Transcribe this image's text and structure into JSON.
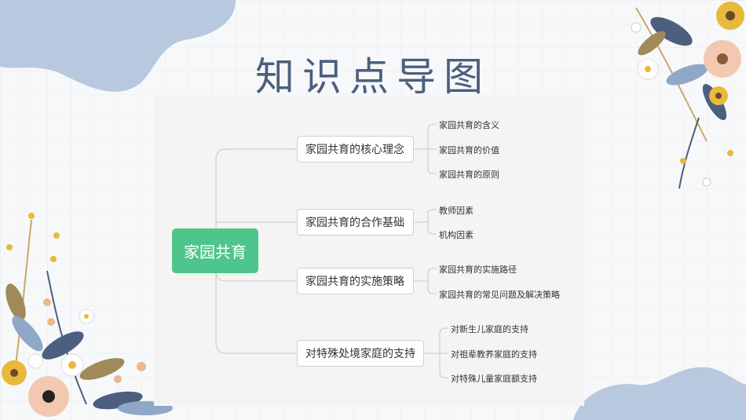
{
  "page": {
    "title": "知识点导图"
  },
  "mindmap": {
    "root": "家园共育",
    "branches": [
      {
        "label": "家园共育的核心理念",
        "children": [
          "家园共育的含义",
          "家园共育的价值",
          "家园共育的原则"
        ]
      },
      {
        "label": "家园共育的合作基础",
        "children": [
          "教师因素",
          "机构因素"
        ]
      },
      {
        "label": "家园共育的实施策略",
        "children": [
          "家园共育的实施路径",
          "家园共育的常见问题及解决策略"
        ]
      },
      {
        "label": "对特殊处境家庭的支持",
        "children": [
          "对新生儿家庭的支持",
          "对祖辈教养家庭的支持",
          "对特殊儿童家庭额支持"
        ]
      }
    ]
  },
  "colors": {
    "title": "#4c5f7e",
    "root_fill": "#4ec58a",
    "blob": "#b8c8de"
  }
}
